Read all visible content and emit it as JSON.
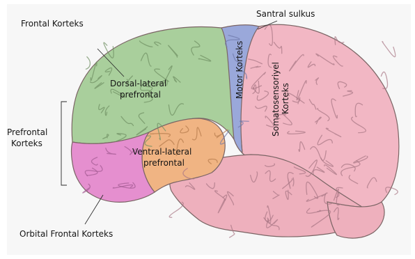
{
  "labels": {
    "frontal_korteks": "Frontal Korteks",
    "santral_sulkus": "Santral sulkus",
    "dorsal_lateral": [
      "Dorsal-lateral",
      "prefrontal"
    ],
    "motor_korteks": "Motor Korteks",
    "somatosensoriyel": [
      "Somatosensoriyel",
      "Korteks"
    ],
    "prefrontal_korteks": [
      "Prefrontal",
      "Korteks"
    ],
    "ventral_lateral": [
      "Ventral-lateral",
      "prefrontal"
    ],
    "orbital_frontal": "Orbital Frontal Korteks"
  },
  "colors": {
    "frontal_green": "#a9cf9c",
    "motor_blue": "#9aa8da",
    "parietal_pink": "#f2b7c4",
    "temporal_pink": "#eeb0bd",
    "ventral_orange": "#f0b483",
    "orbital_magenta": "#e58fcf",
    "gyrus_line": "#4c3a3a"
  }
}
